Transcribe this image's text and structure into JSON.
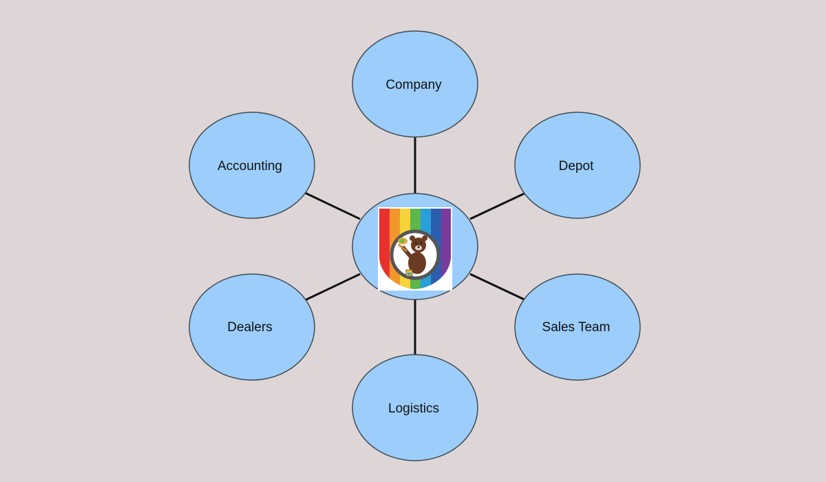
{
  "diagram": {
    "type": "hub-and-spoke",
    "hub": {
      "logo": "rainbow-bear-logo",
      "logo_colors": [
        "#e8312f",
        "#f2962b",
        "#f6d33a",
        "#5cb84a",
        "#2a9fd9",
        "#2a5fb0",
        "#7a3b9a"
      ]
    },
    "nodes": [
      {
        "id": "company",
        "label": "Company"
      },
      {
        "id": "depot",
        "label": "Depot"
      },
      {
        "id": "sales-team",
        "label": "Sales Team"
      },
      {
        "id": "logistics",
        "label": "Logistics"
      },
      {
        "id": "dealers",
        "label": "Dealers"
      },
      {
        "id": "accounting",
        "label": "Accounting"
      }
    ],
    "style": {
      "node_fill": "#9ccdfb",
      "node_stroke": "#3f4a52",
      "edge_color": "#111111",
      "background": "#ded6d6"
    }
  }
}
